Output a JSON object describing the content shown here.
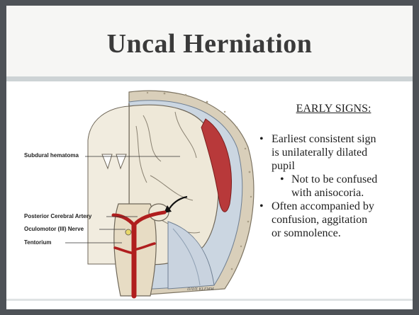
{
  "slide": {
    "title": "Uncal Herniation"
  },
  "figure": {
    "labels": {
      "subdural_hematoma": "Subdural hematoma",
      "posterior_cerebral_artery": "Posterior Cerebral Artery",
      "oculomotor_nerve": "Oculomotor (III) Nerve",
      "tentorium": "Tentorium"
    },
    "signature": "DAVE KLEMM",
    "colors": {
      "hematoma": "#b8393a",
      "artery": "#b01e1e",
      "brain": "#eee8d8",
      "skull": "#d9cfba",
      "tentorium": "#c9d3df"
    }
  },
  "early_signs": {
    "heading": "EARLY SIGNS:",
    "items": [
      {
        "text": "Earliest consistent sign is unilaterally dilated pupil",
        "lines": [
          "Earliest consistent sign",
          "is unilaterally dilated",
          "pupil"
        ],
        "sub_items": [
          {
            "lines": [
              "Not to be confused",
              "with anisocoria."
            ]
          }
        ]
      },
      {
        "text": "Often accompanied by confusion, aggitation or somnolence.",
        "lines": [
          "Often accompanied by",
          "confusion, aggitation",
          "or somnolence."
        ]
      }
    ],
    "bullet_glyph": "•"
  }
}
